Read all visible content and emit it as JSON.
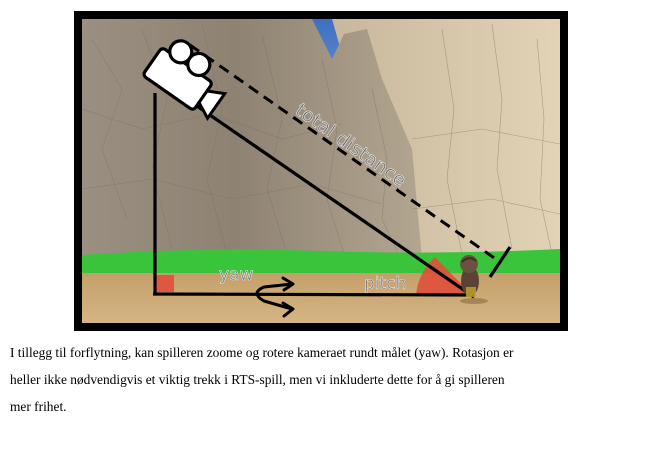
{
  "figure": {
    "label_total_distance": "total distance",
    "label_pitch": "pitch",
    "label_yaw": "yaw",
    "icons": [
      "camera-icon",
      "character-figure",
      "rotation-arrow-icon"
    ],
    "colors": {
      "frame": "#000000",
      "sky": "#4d78c4",
      "cliff": "#b9aa94",
      "grass": "#38c73a",
      "ground": "#c9a674",
      "angle_marker": "#e0503c"
    }
  },
  "caption": {
    "lines": [
      "I tillegg til forflytning, kan spilleren zoome og rotere kameraet rundt målet (yaw). Rotasjon er",
      "heller ikke nødvendigvis et viktig trekk i RTS-spill, men vi inkluderte dette for å gi spilleren",
      "mer frihet."
    ]
  }
}
